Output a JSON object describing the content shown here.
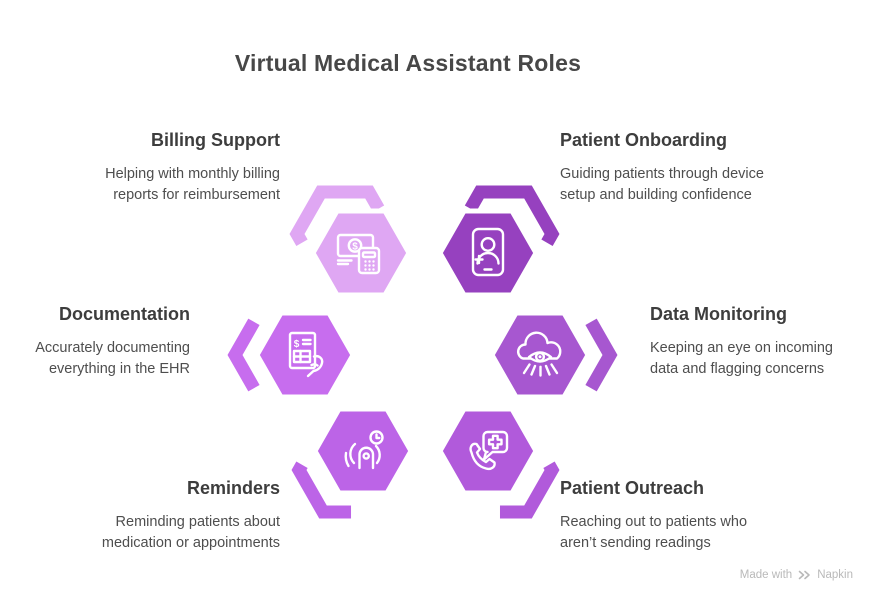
{
  "title": "Virtual Medical Assistant Roles",
  "items": [
    {
      "id": "billing-support",
      "label": "Billing Support",
      "description": "Helping with monthly billing reports for reimbursement",
      "color": "#dfa7f3",
      "icon": "money-calculator-icon",
      "icon_text": "$"
    },
    {
      "id": "patient-onboarding",
      "label": "Patient Onboarding",
      "description": "Guiding patients through device setup and building confidence",
      "color": "#9641bf",
      "icon": "tablet-patient-icon"
    },
    {
      "id": "documentation",
      "label": "Documentation",
      "description": "Accurately documenting everything in the EHR",
      "color": "#c76dee",
      "icon": "billing-document-hand-icon",
      "icon_text": "$"
    },
    {
      "id": "data-monitoring",
      "label": "Data Monitoring",
      "description": "Keeping an eye on incoming data and flagging concerns",
      "color": "#a757d0",
      "icon": "cloud-eye-icon"
    },
    {
      "id": "reminders",
      "label": "Reminders",
      "description": "Reminding patients about medication or appointments",
      "color": "#bc64e7",
      "icon": "reminder-tap-clock-icon"
    },
    {
      "id": "patient-outreach",
      "label": "Patient Outreach",
      "description": "Reaching out to patients who aren’t sending readings",
      "color": "#b15adb",
      "icon": "phone-message-cross-icon"
    }
  ],
  "watermark": {
    "made_with": "Made with",
    "brand": "Napkin"
  },
  "colors": {
    "background": "#ffffff",
    "title_text": "#474747",
    "item_title_text": "#3d3d3d",
    "description_text": "#4e4e4e",
    "icon_stroke": "#ffffff",
    "watermark_text": "#b9b9b9"
  }
}
